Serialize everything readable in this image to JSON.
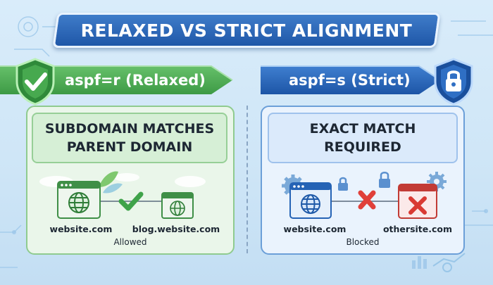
{
  "title": "RELAXED VS STRICT ALIGNMENT",
  "relaxed": {
    "banner_label": "aspf=r (Relaxed)",
    "heading_line1": "SUBDOMAIN MATCHES",
    "heading_line2": "PARENT DOMAIN",
    "source_domain": "website.com",
    "target_domain": "blog.website.com",
    "status": "Allowed",
    "color": "#4caf50"
  },
  "strict": {
    "banner_label": "aspf=s (Strict)",
    "heading_line1": "EXACT MATCH",
    "heading_line2": "REQUIRED",
    "source_domain": "website.com",
    "target_domain": "othersite.com",
    "status": "Blocked",
    "color": "#1f5fb8"
  },
  "icons": {
    "shield_check": "shield-check-icon",
    "shield_lock": "shield-lock-icon",
    "globe": "globe-icon",
    "check": "checkmark-icon",
    "cross": "cross-icon",
    "lock": "lock-icon",
    "gear": "gear-icon"
  }
}
